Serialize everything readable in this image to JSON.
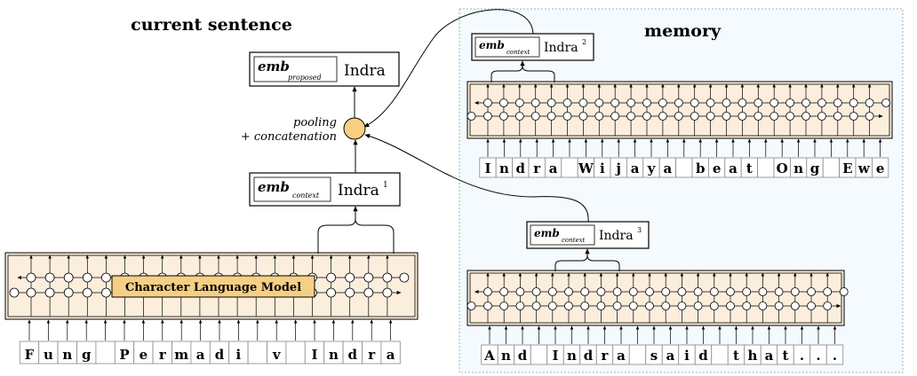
{
  "titles": {
    "current": "current sentence",
    "memory": "memory"
  },
  "annotation": {
    "line1": "pooling",
    "line2": "+ concatenation"
  },
  "clm_label": "Character Language Model",
  "emb_proposed": {
    "key": "emb",
    "sub": "proposed",
    "name": "Indra"
  },
  "emb_context_1": {
    "key": "emb",
    "sub": "context",
    "name": "Indra",
    "sup": "1"
  },
  "emb_context_2": {
    "key": "emb",
    "sub": "context",
    "name": "Indra",
    "sup": "2"
  },
  "emb_context_3": {
    "key": "emb",
    "sub": "context",
    "name": "Indra",
    "sup": "3"
  },
  "sentences": {
    "current": [
      "F",
      "u",
      "n",
      "g",
      " ",
      "P",
      "e",
      "r",
      "m",
      "a",
      "d",
      "i",
      " ",
      "v",
      " ",
      "I",
      "n",
      "d",
      "r",
      "a"
    ],
    "memory_top": [
      "I",
      "n",
      "d",
      "r",
      "a",
      " ",
      "W",
      "i",
      "j",
      "a",
      "y",
      "a",
      " ",
      "b",
      "e",
      "a",
      "t",
      " ",
      "O",
      "n",
      "g",
      " ",
      "E",
      "w",
      "e"
    ],
    "memory_bottom": [
      "A",
      "n",
      "d",
      " ",
      "I",
      "n",
      "d",
      "r",
      "a",
      " ",
      "s",
      "a",
      "i",
      "d",
      " ",
      "t",
      "h",
      "a",
      "t",
      ".",
      ".",
      "."
    ]
  },
  "colors": {
    "lm_fill": "#fbeedd",
    "label_fill": "#f6cf86",
    "pool_fill": "#f9cf7f",
    "memory_bg": "#f4fafd",
    "memory_border": "#9fb3bf"
  }
}
